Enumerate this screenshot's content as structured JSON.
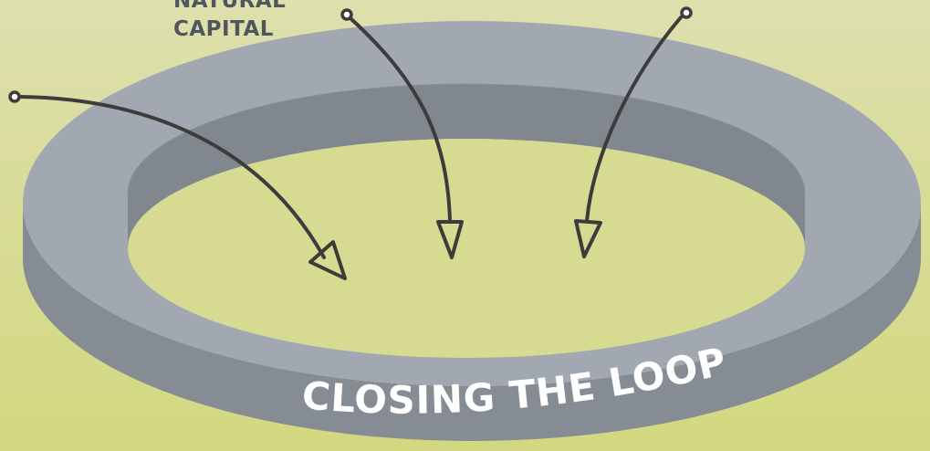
{
  "diagram": {
    "top_label_lines": [
      "NATURAL",
      "CAPITAL"
    ],
    "ring_caption": "CLOSING THE LOOP"
  },
  "colors": {
    "background_top": "#dee0ae",
    "background_bottom": "#d3d87f",
    "ring_top": "#a2a8b1",
    "ring_inner_wall": "#80878e",
    "ring_outer_wall": "#858c93",
    "arrow_stroke": "#3c3c3c",
    "caption": "#ffffff",
    "label": "#4f565d"
  }
}
